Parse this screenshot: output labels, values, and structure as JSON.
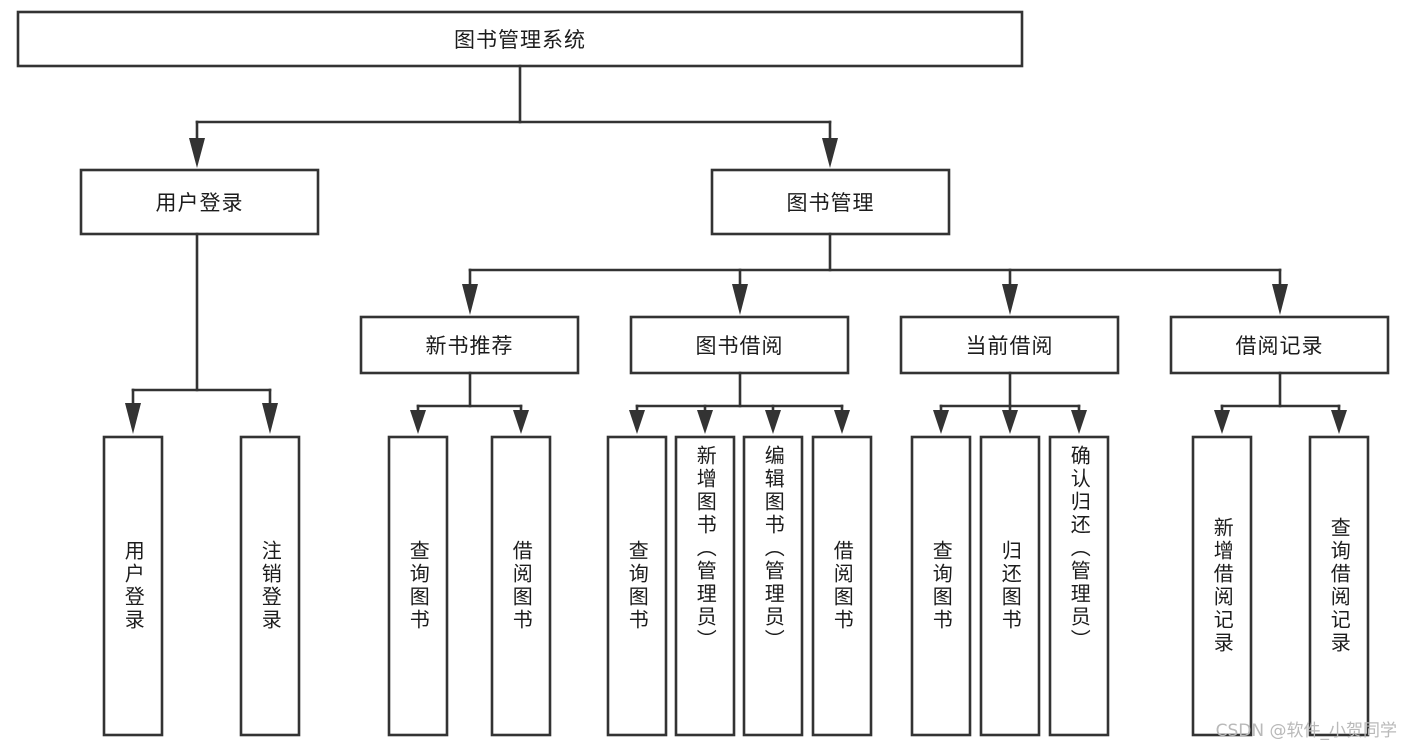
{
  "diagram": {
    "title": "图书管理系统",
    "watermark": "CSDN @软件_小贺同学",
    "type": "hierarchy-tree",
    "orientation": "top-down",
    "box_fill": "#ffffff",
    "box_stroke": "#333333",
    "text_color": "#1c1c1c",
    "watermark_color": "#b9b9b9",
    "levels": [
      {
        "level": 1,
        "nodes": [
          {
            "id": "root",
            "label": "图书管理系统",
            "orientation": "horizontal"
          }
        ]
      },
      {
        "level": 2,
        "nodes": [
          {
            "id": "login",
            "label": "用户登录",
            "orientation": "horizontal",
            "parent": "root"
          },
          {
            "id": "bookmgmt",
            "label": "图书管理",
            "orientation": "horizontal",
            "parent": "root"
          }
        ]
      },
      {
        "level": 3,
        "nodes": [
          {
            "id": "newbook",
            "label": "新书推荐",
            "orientation": "horizontal",
            "parent": "bookmgmt"
          },
          {
            "id": "borrow",
            "label": "图书借阅",
            "orientation": "horizontal",
            "parent": "bookmgmt"
          },
          {
            "id": "current",
            "label": "当前借阅",
            "orientation": "horizontal",
            "parent": "bookmgmt"
          },
          {
            "id": "records",
            "label": "借阅记录",
            "orientation": "horizontal",
            "parent": "bookmgmt"
          }
        ]
      },
      {
        "level": 4,
        "nodes": [
          {
            "id": "leaf1",
            "label": "用户登录",
            "orientation": "vertical",
            "parent": "login"
          },
          {
            "id": "leaf2",
            "label": "注销登录",
            "orientation": "vertical",
            "parent": "login"
          },
          {
            "id": "leaf3",
            "label": "查询图书",
            "orientation": "vertical",
            "parent": "newbook"
          },
          {
            "id": "leaf4",
            "label": "借阅图书",
            "orientation": "vertical",
            "parent": "newbook"
          },
          {
            "id": "leaf5",
            "label": "查询图书",
            "orientation": "vertical",
            "parent": "borrow"
          },
          {
            "id": "leaf6",
            "label": "新增图书（管理员）",
            "orientation": "vertical",
            "parent": "borrow"
          },
          {
            "id": "leaf7",
            "label": "编辑图书（管理员）",
            "orientation": "vertical",
            "parent": "borrow"
          },
          {
            "id": "leaf8",
            "label": "借阅图书",
            "orientation": "vertical",
            "parent": "borrow"
          },
          {
            "id": "leaf9",
            "label": "查询图书",
            "orientation": "vertical",
            "parent": "current"
          },
          {
            "id": "leaf10",
            "label": "归还图书",
            "orientation": "vertical",
            "parent": "current"
          },
          {
            "id": "leaf11",
            "label": "确认归还（管理员）",
            "orientation": "vertical",
            "parent": "current"
          },
          {
            "id": "leaf12",
            "label": "新增借阅记录",
            "orientation": "vertical",
            "parent": "records"
          },
          {
            "id": "leaf13",
            "label": "查询借阅记录",
            "orientation": "vertical",
            "parent": "records"
          }
        ]
      }
    ]
  }
}
